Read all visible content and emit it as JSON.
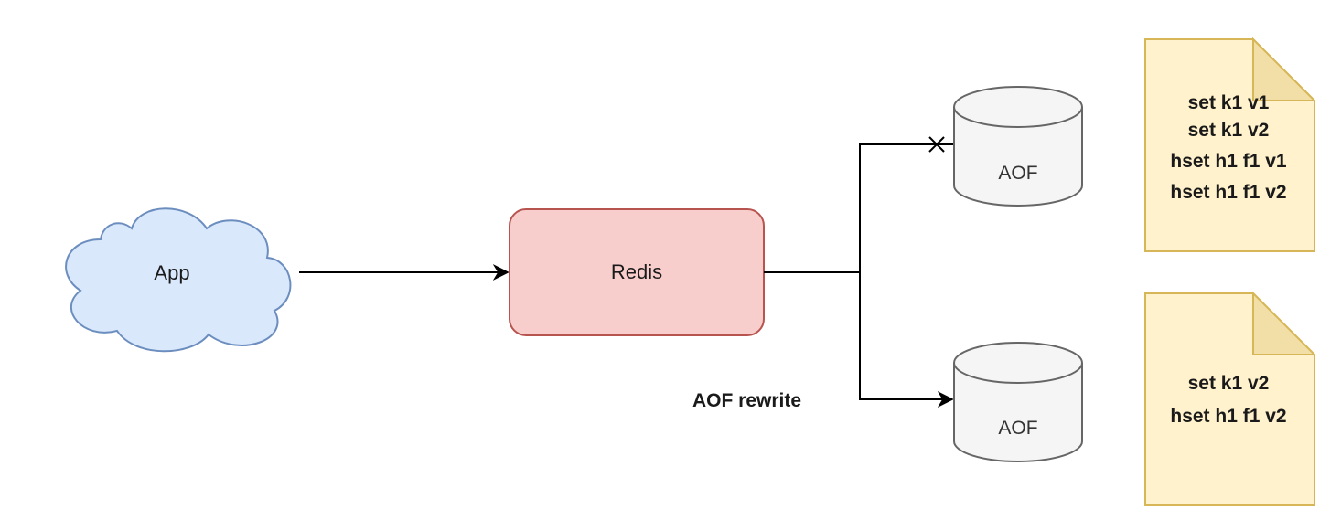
{
  "diagram": {
    "app": {
      "label": "App"
    },
    "redis": {
      "label": "Redis"
    },
    "aof_old": {
      "label": "AOF"
    },
    "aof_new": {
      "label": "AOF"
    },
    "rewrite_label": "AOF rewrite",
    "doc_old": {
      "lines": [
        "set k1 v1",
        "set k1 v2",
        "hset h1 f1 v1",
        "hset h1 f1 v2"
      ]
    },
    "doc_new": {
      "lines": [
        "set k1 v2",
        "hset h1 f1 v2"
      ]
    },
    "colors": {
      "cloud_fill": "#dae8fc",
      "cloud_stroke": "#6c8ebf",
      "redis_fill": "#f8cecc",
      "redis_stroke": "#b85450",
      "cylinder_fill": "#f5f5f5",
      "cylinder_stroke": "#666666",
      "note_fill": "#fff2cc",
      "note_stroke": "#d6b656",
      "edge": "#000000"
    }
  }
}
